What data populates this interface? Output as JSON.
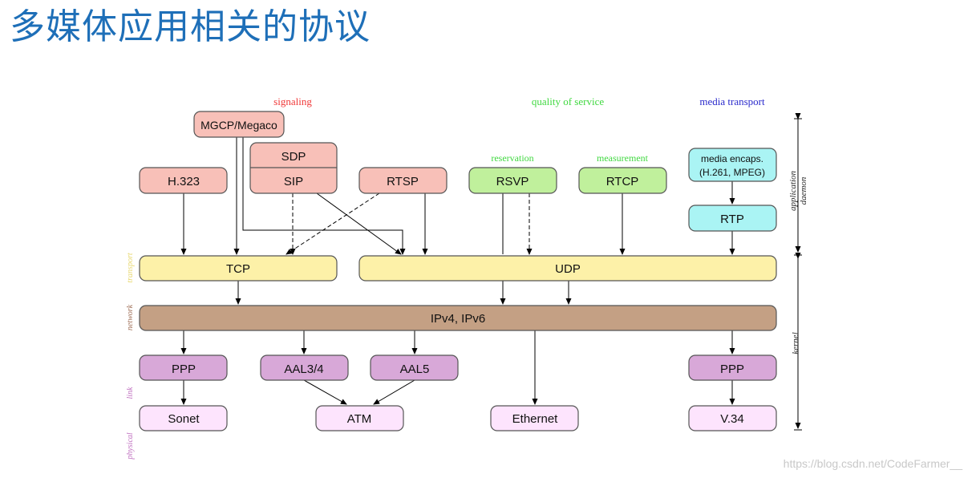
{
  "title": "多媒体应用相关的协议",
  "categories": {
    "signaling": "signaling",
    "qos": "quality of service",
    "media_transport": "media transport",
    "reservation": "reservation",
    "measurement": "measurement"
  },
  "layers": {
    "application_daemon": "application daemon",
    "kernel": "kernel",
    "transport": "transport",
    "network": "network",
    "link": "link",
    "physical": "physical"
  },
  "boxes": {
    "mgcp": "MGCP/Megaco",
    "h323": "H.323",
    "sdp": "SDP",
    "sip": "SIP",
    "rtsp": "RTSP",
    "rsvp": "RSVP",
    "rtcp": "RTCP",
    "media_encaps_1": "media encaps.",
    "media_encaps_2": "(H.261, MPEG)",
    "rtp": "RTP",
    "tcp": "TCP",
    "udp": "UDP",
    "ip": "IPv4, IPv6",
    "ppp_left": "PPP",
    "aal34": "AAL3/4",
    "aal5": "AAL5",
    "ppp_right": "PPP",
    "sonet": "Sonet",
    "atm": "ATM",
    "ethernet": "Ethernet",
    "v34": "V.34"
  },
  "colors": {
    "title": "#1e6fb8",
    "signaling": "#f8c0b8",
    "qos": "#c0f09c",
    "media": "#aaf4f4",
    "transport": "#fdf1a8",
    "network": "#c4a084",
    "link": "#d8a8d8",
    "physical": "#fde4fd",
    "signaling_label": "#f03838",
    "qos_label": "#40d840",
    "media_label": "#2a2acc"
  },
  "watermark": "https://blog.csdn.net/CodeFarmer__"
}
